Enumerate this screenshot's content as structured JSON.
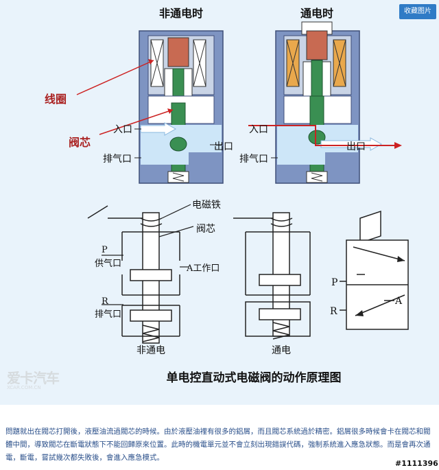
{
  "top": {
    "label_off": "非通电时",
    "label_on": "通电时",
    "coil": "线圈",
    "core": "阀芯",
    "inlet": "入口",
    "exhaust": "排气口",
    "outlet": "出口"
  },
  "bottom": {
    "electromagnet": "电磁铁",
    "core": "阀芯",
    "p_port": "P",
    "supply_port": "供气口",
    "a_port": "A工作口",
    "r_port": "R",
    "exhaust_port": "排气口",
    "off_caption": "非通电",
    "on_caption": "通电",
    "symbol_p": "P",
    "symbol_r": "R",
    "symbol_a": "A",
    "title": "单电控直动式电磁阀的动作原理图"
  },
  "watermark": {
    "main": "爱卡汽车",
    "sub": "XCAR.COM.CN"
  },
  "toolbar": {
    "save_label": "收藏图片"
  },
  "description": "問題就出在閥芯打開後，液壓油流過閥芯的時候。由於液壓油裡有很多的鋁屑，而且閥芯系統過於精密。鋁屑很多時候會卡在閥芯和閥體中間，導致閥芯在斷電狀態下不能回歸原來位置。此時的機電單元並不會立刻出現錯誤代碼，強制系統進入應急狀態。而是會再次通電，斷電，嘗試幾次都失敗後，會進入應急模式。",
  "image_id": "#1111396",
  "colors": {
    "blue_bg": "#e9f3fb",
    "valve_body": "#7e94c2",
    "coil_off": "#c86a52",
    "coil_on": "#e9a84c",
    "core_green": "#3a8f52",
    "flow_arrow": "#cde6f8",
    "red": "#cc2222"
  }
}
